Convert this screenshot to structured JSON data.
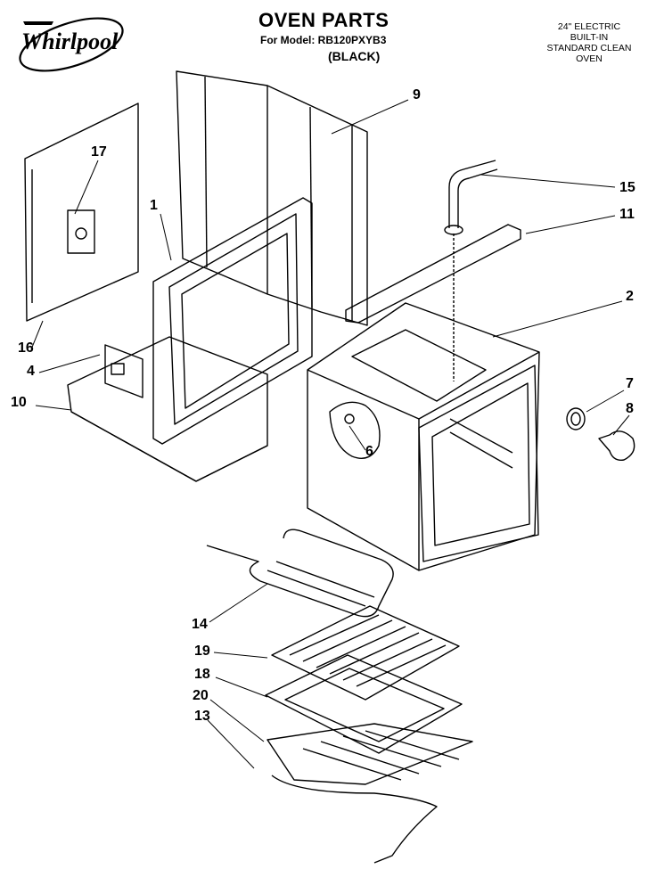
{
  "brand": "Whirlpool",
  "header": {
    "title": "OVEN PARTS",
    "model_line": "For Model: RB120PXYB3",
    "color": "(BLACK)"
  },
  "description": [
    "24\" ELECTRIC",
    "BUILT-IN",
    "STANDARD CLEAN",
    "OVEN"
  ],
  "callouts": {
    "c1": "1",
    "c2": "2",
    "c4": "4",
    "c6": "6",
    "c7": "7",
    "c8": "8",
    "c9": "9",
    "c10": "10",
    "c11": "11",
    "c13": "13",
    "c14": "14",
    "c15": "15",
    "c16": "16",
    "c17": "17",
    "c18": "18",
    "c19": "19",
    "c20": "20"
  }
}
